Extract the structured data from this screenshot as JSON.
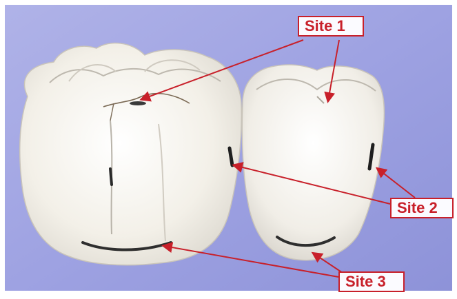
{
  "labels": {
    "site1": "Site 1",
    "site2": "Site 2",
    "site3": "Site 3"
  },
  "colors": {
    "background": "#9da1e0",
    "annotation": "#c8202a",
    "tooth": "#f4f1ea"
  },
  "scene": {
    "subject": "two dental crowns (molar and premolar) with dark marks at annotated sites"
  }
}
